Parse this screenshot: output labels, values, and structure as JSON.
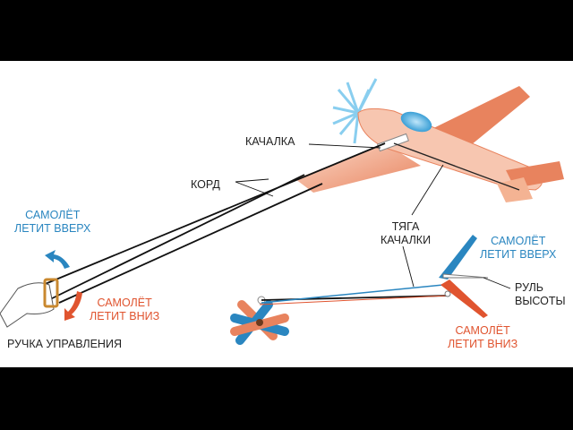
{
  "labels": {
    "rocker": "КАЧАЛКА",
    "cord": "КОРД",
    "left_up": [
      "САМОЛЁТ",
      "ЛЕТИТ ВВЕРХ"
    ],
    "left_down": [
      "САМОЛЁТ",
      "ЛЕТИТ ВНИЗ"
    ],
    "handle": "РУЧКА УПРАВЛЕНИЯ",
    "pushrod": [
      "ТЯГА",
      "КАЧАЛКИ"
    ],
    "right_up": [
      "САМОЛЁТ",
      "ЛЕТИТ ВВЕРХ"
    ],
    "elevator": [
      "РУЛЬ",
      "ВЫСОТЫ"
    ],
    "right_down": [
      "САМОЛЁТ",
      "ЛЕТИТ ВНИЗ"
    ]
  },
  "colors": {
    "up": "#2a86c0",
    "down": "#e0542f",
    "plane": "#f6b89c",
    "plane_dark": "#e8835e"
  }
}
